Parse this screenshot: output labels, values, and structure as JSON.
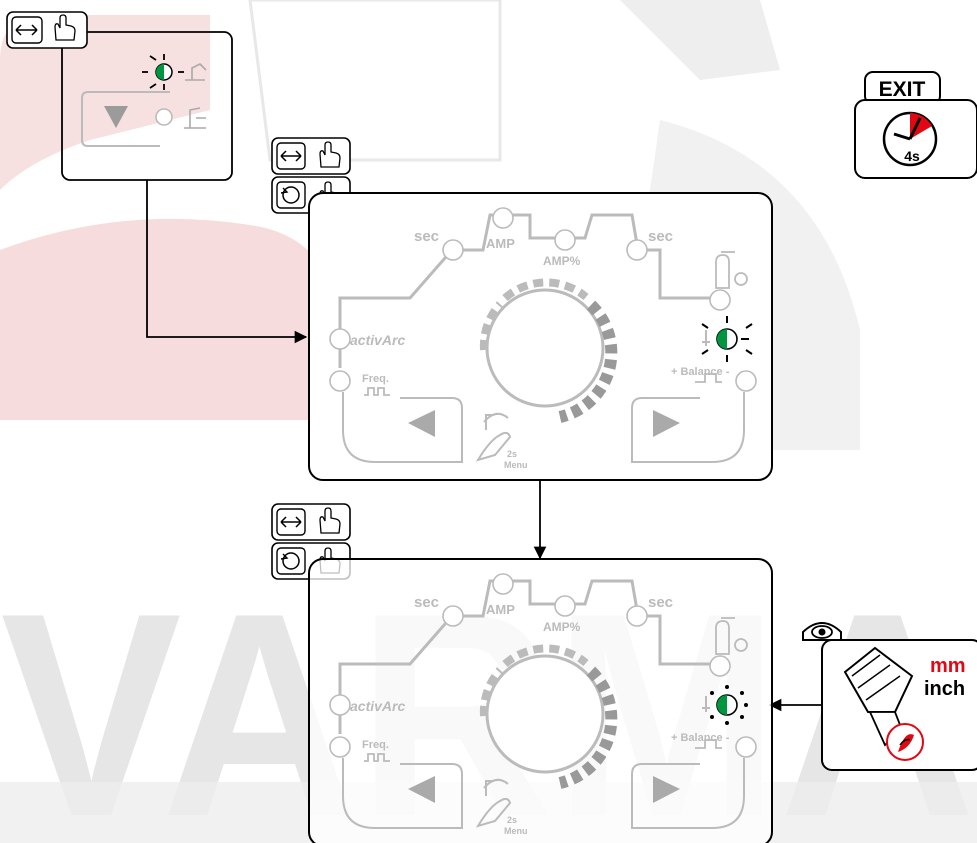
{
  "watermark": {
    "text": "VARMA"
  },
  "exit_box": {
    "label": "EXIT",
    "time": "4s"
  },
  "panel_top": {
    "label_sec_left": "sec",
    "label_amp": "AMP",
    "label_amp_percent": "AMP%",
    "label_sec_right": "sec",
    "label_activarc": "activArc",
    "label_freq": "Freq.",
    "label_balance": "+ Balance -",
    "label_menu_time": "2s",
    "label_menu": "Menu"
  },
  "panel_bottom": {
    "label_sec_left": "sec",
    "label_amp": "AMP",
    "label_amp_percent": "AMP%",
    "label_sec_right": "sec",
    "label_activarc": "activArc",
    "label_freq": "Freq.",
    "label_balance": "+ Balance -",
    "label_menu_time": "2s",
    "label_menu": "Menu"
  },
  "unit_box": {
    "unit_mm": "mm",
    "unit_inch": "inch"
  },
  "colors": {
    "accent_red": "#e30613",
    "led_green": "#009640",
    "panel_grey": "#bbbbbb",
    "watermark_pink": "#f6dede",
    "watermark_grey": "#e4e4e4"
  }
}
